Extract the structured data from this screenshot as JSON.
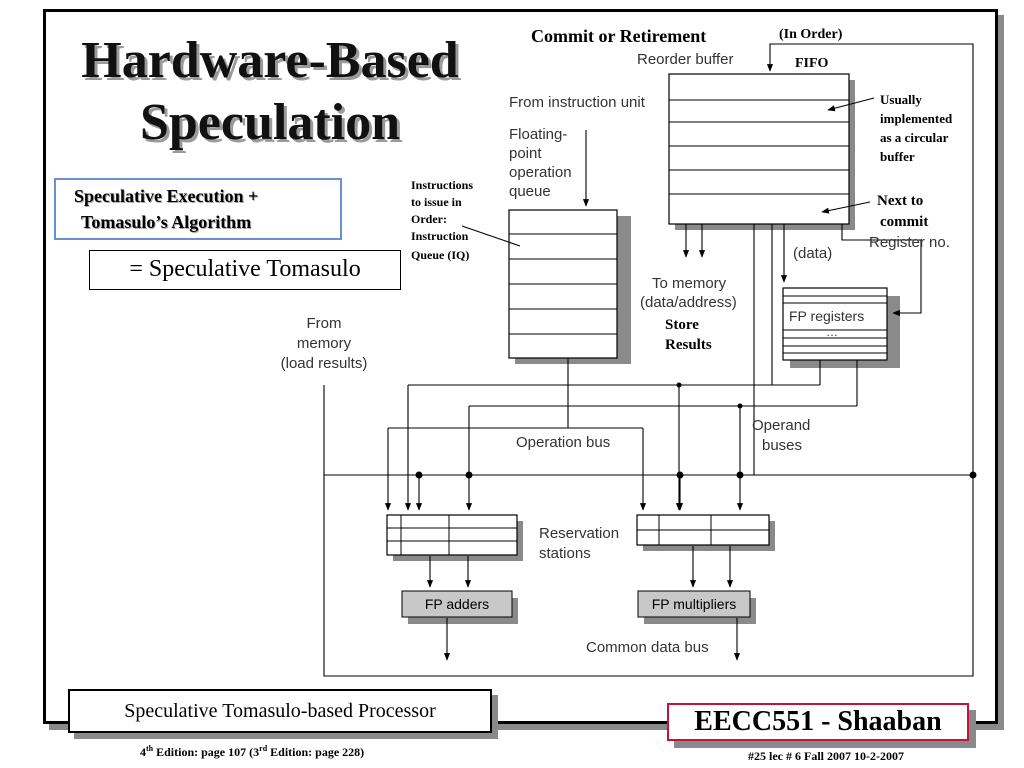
{
  "slide": {
    "title_line1": "Hardware-Based",
    "title_line2": "Speculation",
    "spec_line1": "Speculative Execution +",
    "spec_line2": "Tomasulo’s Algorithm",
    "equals_line": "= Speculative Tomasulo",
    "caption": "Speculative Tomasulo-based Processor",
    "brand": "EECC551 - Shaaban",
    "footer_left": {
      "ed4": "4",
      "ed4_sup": "th",
      "ed4_rest": " Edition: page 107  (3",
      "ed3_sup": "rd",
      "ed3_rest": " Edition: page 228)"
    },
    "footer_right": "#25   lec # 6  Fall 2007  10-2-2007"
  },
  "diagram": {
    "commit_label": "Commit or Retirement",
    "in_order": "(In Order)",
    "fifo": "FIFO",
    "reorder_buffer": "Reorder buffer",
    "from_instruction_unit": "From instruction unit",
    "fp_queue": [
      "Floating-",
      "point",
      "operation",
      "queue"
    ],
    "instr_note": [
      "Instructions",
      "to issue in",
      "Order:",
      "Instruction",
      "Queue (IQ)"
    ],
    "usually_note": [
      "Usually",
      "implemented",
      "as a circular",
      "buffer"
    ],
    "next_commit": [
      "Next to",
      "commit"
    ],
    "register_no": "Register no.",
    "data_label": "(data)",
    "to_memory": [
      "To memory",
      "(data/address)"
    ],
    "store_results": [
      "Store",
      "Results"
    ],
    "fp_registers": "FP registers",
    "fp_reg_dots": "…",
    "from_memory": [
      "From",
      "memory",
      "(load results)"
    ],
    "operation_bus": "Operation bus",
    "operand_buses": [
      "Operand",
      "buses"
    ],
    "reservation_stations": [
      "Reservation",
      "stations"
    ],
    "fp_adders": "FP adders",
    "fp_multipliers": "FP multipliers",
    "common_data_bus": "Common data bus"
  }
}
